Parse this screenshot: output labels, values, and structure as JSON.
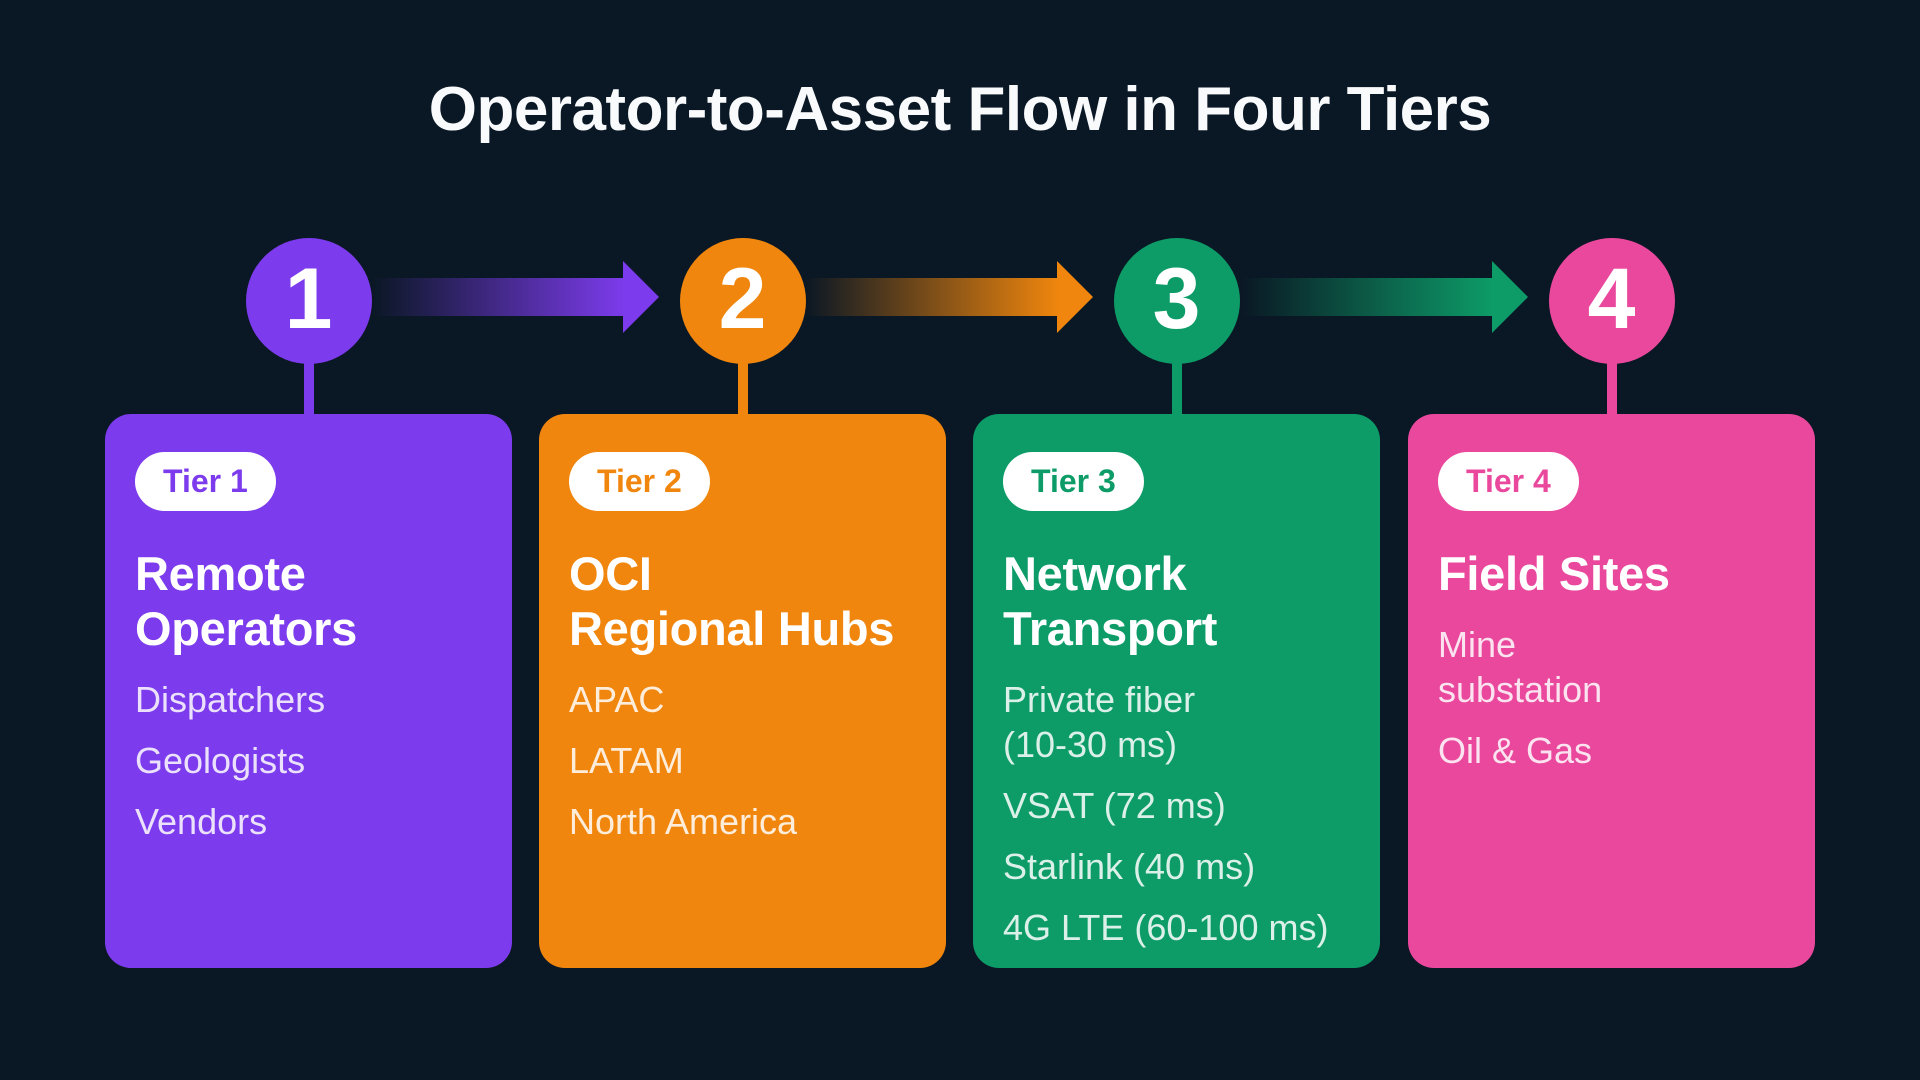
{
  "title": "Operator-to-Asset Flow in Four Tiers",
  "background_color": "#0A1724",
  "title_color": "#F8FAFC",
  "tiers": [
    {
      "number": "1",
      "badge": "Tier 1",
      "heading": "Remote\nOperators",
      "items": [
        "Dispatchers",
        "Geologists",
        "Vendors"
      ],
      "color": "#7C3BEC"
    },
    {
      "number": "2",
      "badge": "Tier 2",
      "heading": "OCI\nRegional Hubs",
      "items": [
        "APAC",
        "LATAM",
        "North America"
      ],
      "color": "#F0860D"
    },
    {
      "number": "3",
      "badge": "Tier 3",
      "heading": "Network\nTransport",
      "items": [
        "Private fiber\n(10-30 ms)",
        "VSAT (72 ms)",
        "Starlink (40 ms)",
        "4G LTE (60-100 ms)"
      ],
      "color": "#0D9C68"
    },
    {
      "number": "4",
      "badge": "Tier 4",
      "heading": "Field Sites",
      "items": [
        "Mine\nsubstation",
        "Oil & Gas"
      ],
      "color": "#E9489D"
    }
  ]
}
